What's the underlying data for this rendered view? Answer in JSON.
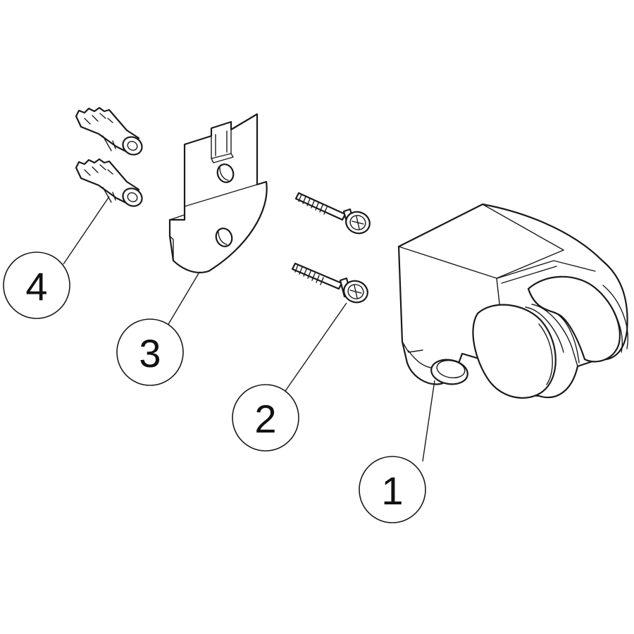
{
  "callouts": {
    "c1": {
      "label": "1"
    },
    "c2": {
      "label": "2"
    },
    "c3": {
      "label": "3"
    },
    "c4": {
      "label": "4"
    }
  },
  "icons": {
    "part1": "shower-holder-bracket-icon",
    "part2": "screw-icon",
    "part3": "wall-mount-plate-icon",
    "part4": "wall-plug-icon"
  },
  "colors": {
    "line": "#1a1a1a",
    "background": "#ffffff"
  }
}
